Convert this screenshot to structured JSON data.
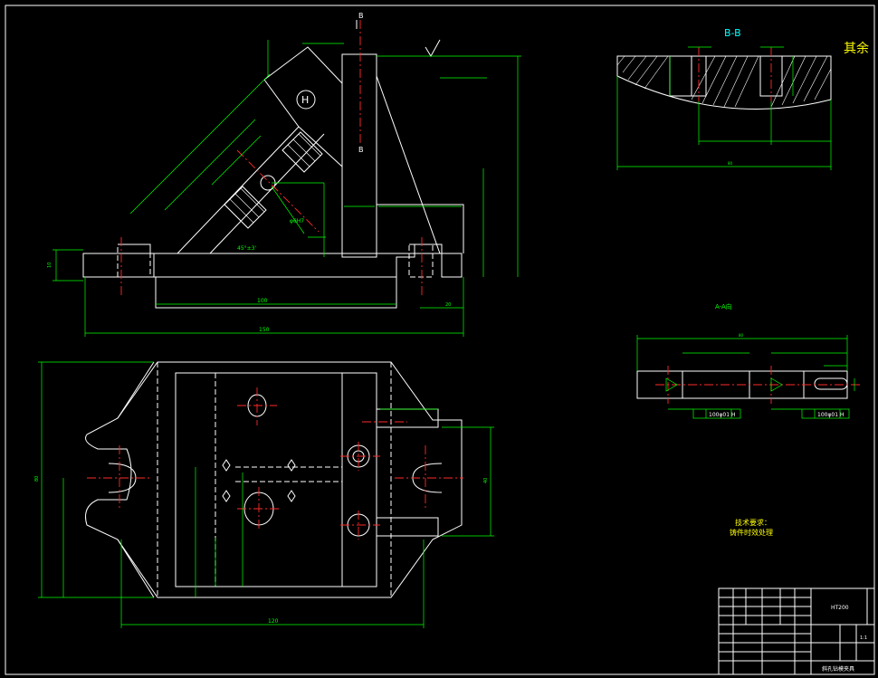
{
  "drawing": {
    "section_bb_label": "B-B",
    "section_b_mark_top": "B",
    "section_b_mark_bottom": "B",
    "section_aa_label": "A-A向",
    "remaining_roughness": "其余",
    "circle_label": "H",
    "tech_notes_title": "技术要求：",
    "tech_notes_line1": "铸件时效处理",
    "material": "HT200"
  },
  "dimensions": {
    "front_length_100": "100",
    "front_length_150": "150",
    "front_height_side": "10",
    "front_right_20": "20",
    "hole_callout": "φ6H7",
    "angle_label": "45°±3'",
    "plan_width": "120",
    "plan_height": "80",
    "plan_right": "40",
    "section_width": "80",
    "aa_width": "80",
    "aa_tol_left": "100φ01 H",
    "aa_tol_right": "100φ01 H"
  },
  "title_block": {
    "material": "HT200",
    "drawing_name": "斜孔钻模夹具",
    "scale": "1:1"
  }
}
